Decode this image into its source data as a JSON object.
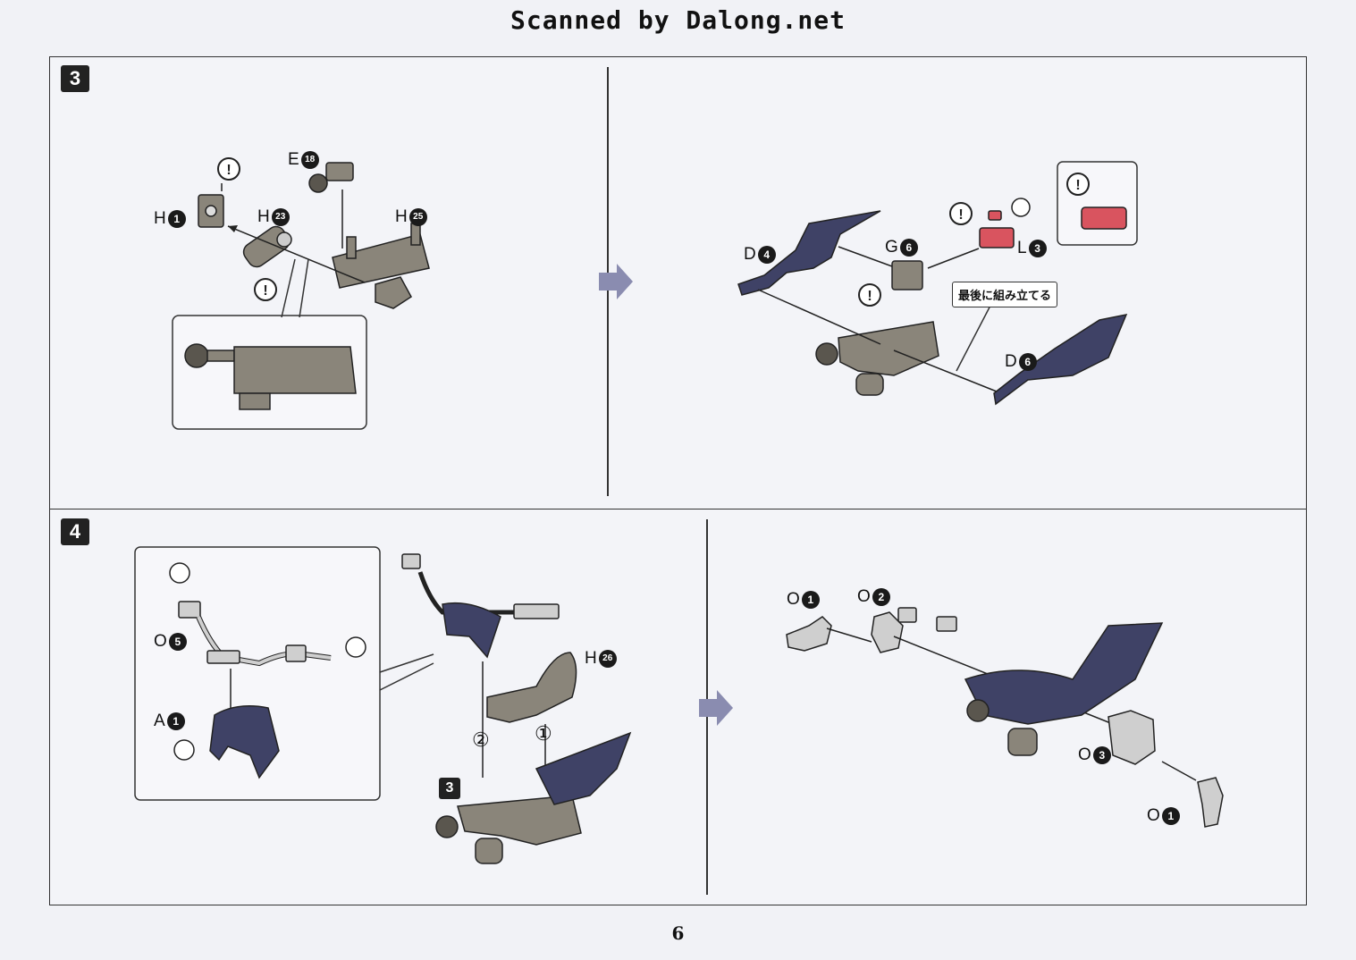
{
  "header": {
    "scan_credit": "Scanned by Dalong.net"
  },
  "step3": {
    "badge": "3",
    "parts": {
      "h1": {
        "letter": "H",
        "num": "1"
      },
      "e18": {
        "letter": "E",
        "num": "18"
      },
      "h23": {
        "letter": "H",
        "num": "23"
      },
      "h25": {
        "letter": "H",
        "num": "25"
      },
      "d4": {
        "letter": "D",
        "num": "4"
      },
      "g6": {
        "letter": "G",
        "num": "6"
      },
      "l3": {
        "letter": "L",
        "num": "3"
      },
      "d6": {
        "letter": "D",
        "num": "6"
      }
    },
    "callout": "最後に組み立てる"
  },
  "step4": {
    "badge": "4",
    "parts": {
      "o5": {
        "letter": "O",
        "num": "5"
      },
      "a1": {
        "letter": "A",
        "num": "1"
      },
      "h26": {
        "letter": "H",
        "num": "26"
      },
      "sub3": "3",
      "order1": "①",
      "order2": "②",
      "o1a": {
        "letter": "O",
        "num": "1"
      },
      "o2": {
        "letter": "O",
        "num": "2"
      },
      "o3": {
        "letter": "O",
        "num": "3"
      },
      "o1b": {
        "letter": "O",
        "num": "1"
      }
    }
  },
  "footer": {
    "page_number": "6"
  },
  "colors": {
    "part_gray": "#8a857a",
    "part_navy": "#3f4266",
    "part_red": "#d9545f",
    "arrow": "#8a8cb0"
  }
}
